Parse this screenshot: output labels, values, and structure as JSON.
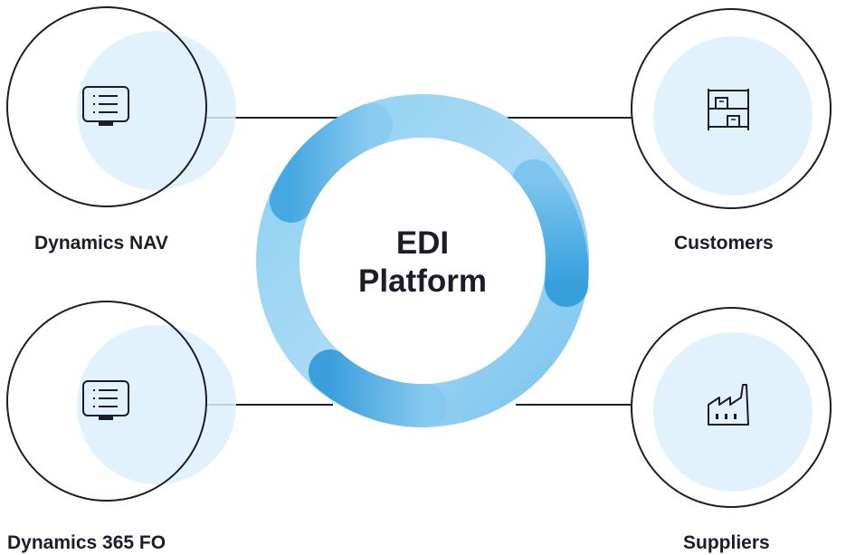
{
  "center": {
    "line1": "EDI",
    "line2": "Platform"
  },
  "nodes": {
    "top_left": {
      "label": "Dynamics NAV",
      "icon": "monitor-list-icon"
    },
    "bottom_left": {
      "label": "Dynamics 365 FO",
      "icon": "monitor-list-icon"
    },
    "top_right": {
      "label": "Customers",
      "icon": "warehouse-shelf-icon"
    },
    "bottom_right": {
      "label": "Suppliers",
      "icon": "factory-icon"
    }
  },
  "colors": {
    "ring_dark": "#3aa2df",
    "ring_light": "#b9e0f6",
    "node_fill": "#dcf0fb",
    "outline": "#1c1c2b",
    "text": "#1c1c2b"
  }
}
